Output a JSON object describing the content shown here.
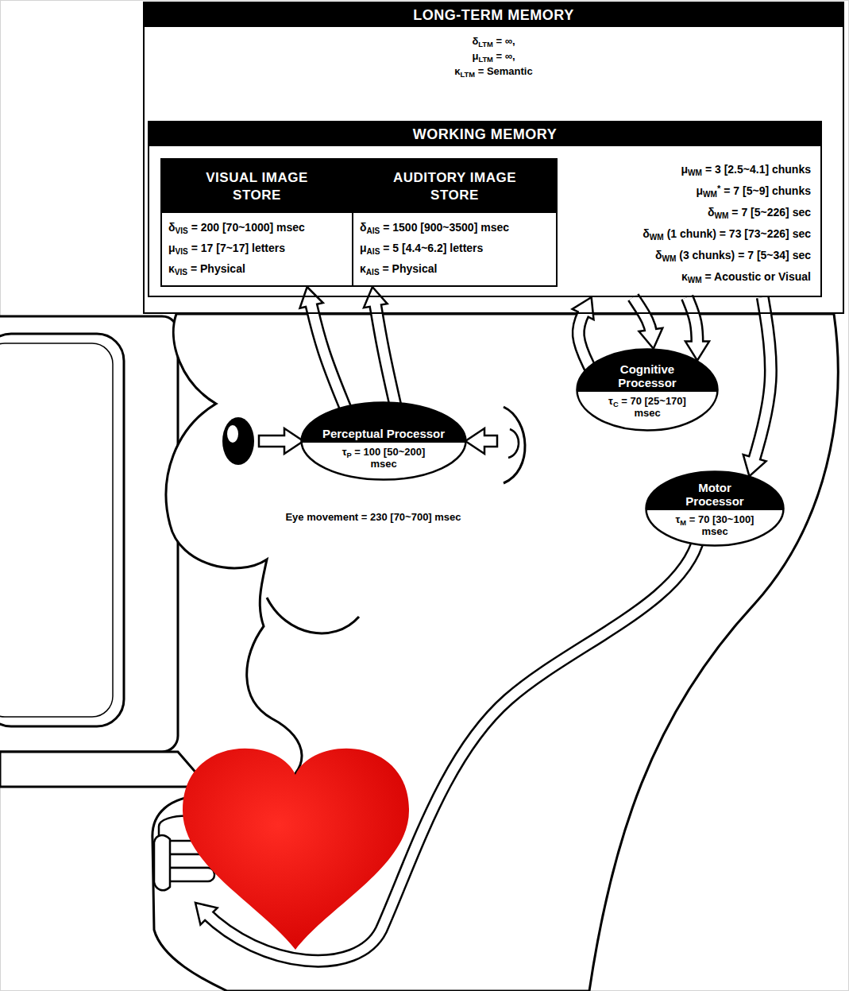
{
  "diagram": {
    "nodes": [
      {
        "text": [
          "LONG-TERM MEMORY",
          "δLTM = ∞,",
          "μLTM = ∞,",
          "κLTM = Semantic"
        ]
      },
      {
        "text": [
          "WORKING MEMORY",
          "μWM = 3 [2.5~4.1] chunks",
          "μWM* = 7 [5~9] chunks",
          "δWM = 7 [5~226] sec",
          "δWM (1 chunk) = 73 [73~226] sec",
          "δWM (3 chunks) = 7 [5~34] sec",
          "κWM = Acoustic or Visual"
        ],
        "in": 0
      },
      {
        "text": [
          "VISUAL IMAGE STORE",
          "δVIS = 200 [70~1000] msec",
          "μVIS = 17 [7~17] letters",
          "κVIS = Physical"
        ],
        "in": 1
      },
      {
        "text": [
          "AUDITORY IMAGE STORE",
          "δAIS = 1500 [900~3500] msec",
          "μAIS = 5 [4.4~6.2] letters",
          "κAIS = Physical"
        ],
        "in": 1
      },
      {
        "text": [
          "Perceptual Processor",
          "τP = 100 [50~200] msec"
        ]
      },
      {
        "text": [
          "Cognitive Processor",
          "τC = 70 [25~170] msec"
        ]
      },
      {
        "text": [
          "Motor Processor",
          "τM = 70 [30~100] msec"
        ]
      }
    ],
    "edges": [
      {
        "from": 4,
        "to": 2,
        "arrow": "to"
      },
      {
        "from": 4,
        "to": 3,
        "arrow": "to"
      },
      {
        "from": 5,
        "to": 1,
        "arrow": "to"
      },
      {
        "from": 1,
        "to": 5,
        "arrow": "to"
      },
      {
        "from": 1,
        "to": 5,
        "arrow": "to"
      },
      {
        "from": 1,
        "to": 6,
        "arrow": "to"
      }
    ],
    "labels": [
      "Eye movement = 230 [70~700] msec"
    ]
  }
}
